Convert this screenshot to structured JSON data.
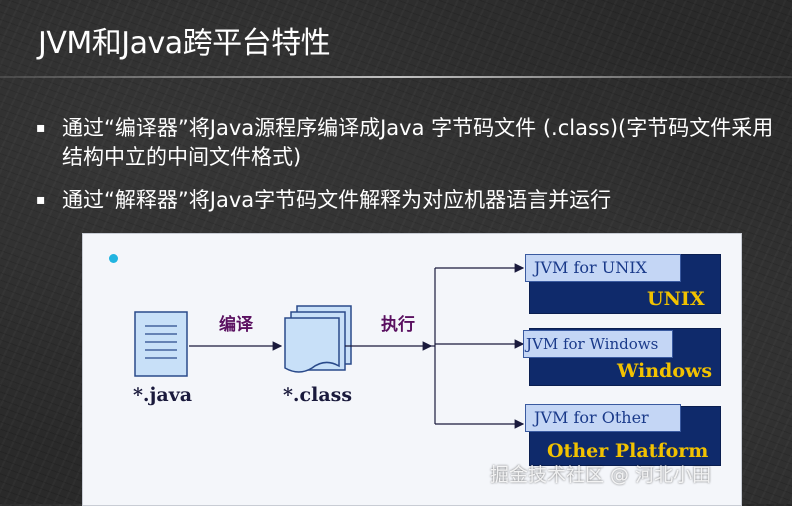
{
  "slide": {
    "title": "JVM和Java跨平台特性",
    "bullets": [
      {
        "text": "通过“编译器”将Java源程序编译成Java 字节码文件 (.class)(字节码文件采用结构中立的中间文件格式)"
      },
      {
        "text": "通过“解释器”将Java字节码文件解释为对应机器语言并运行"
      }
    ],
    "bullet_symbol": "▪"
  },
  "diagram": {
    "java_file_label": "*.java",
    "class_file_label": "*.class",
    "compile_label": "编译",
    "execute_label": "执行",
    "platforms": [
      {
        "jvm": "JVM for UNIX",
        "name": "UNIX"
      },
      {
        "jvm": "JVM for Windows",
        "name": "Windows"
      },
      {
        "jvm": "JVM for Other",
        "name": "Other Platform"
      }
    ]
  },
  "watermark": "掘金技术社区 @ 河北小田",
  "colors": {
    "platform_box": "#0f2a6b",
    "jvm_box": "#c4d6f5",
    "platform_text": "#f2c200",
    "arrow_label": "#5a1060",
    "dot": "#21b4e0"
  }
}
